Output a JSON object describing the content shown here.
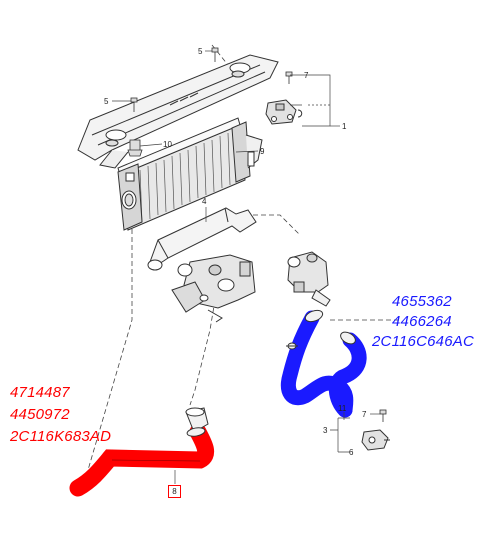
{
  "callouts": {
    "c1": "1",
    "c3": "3",
    "c4": "4",
    "c5": "5",
    "c6": "6",
    "c7a": "7",
    "c7b": "7",
    "c8": "8",
    "c9": "9",
    "c10": "10",
    "c11": "11"
  },
  "part_numbers_red": [
    "4714487",
    "4450972",
    "2C116K683AD"
  ],
  "part_numbers_blue": [
    "4655362",
    "4466264",
    "2C116C646AC"
  ],
  "colors": {
    "highlight_red": "#ff0000",
    "highlight_blue": "#1a1aff",
    "line": "#333333"
  }
}
